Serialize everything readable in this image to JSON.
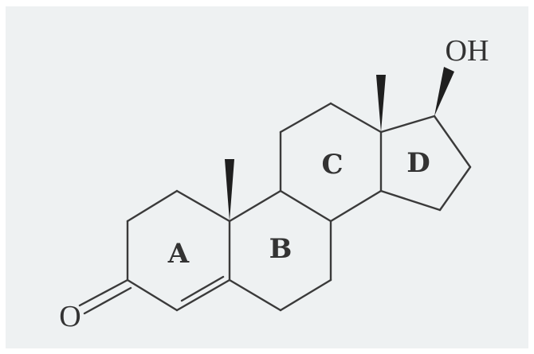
{
  "molecule": {
    "atoms": {
      "oxygen_ketone": "O",
      "hydroxyl": "OH"
    },
    "rings": [
      "A",
      "B",
      "C",
      "D"
    ]
  },
  "colors": {
    "background": "#eef1f2",
    "bond": "#3a3a3a",
    "wedge": "#1f1f1f",
    "text": "#333333"
  }
}
